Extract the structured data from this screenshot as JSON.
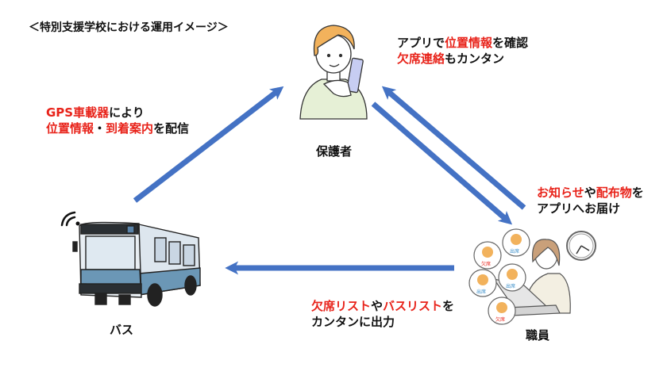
{
  "title": "＜特別支援学校における運用イメージ＞",
  "colors": {
    "arrow": "#4472c4",
    "highlight": "#e8231a",
    "text": "#111111"
  },
  "actors": {
    "guardian": {
      "label": "保護者",
      "icon": "parent-with-smartphone-illustration"
    },
    "bus": {
      "label": "バス",
      "icon": "bus-with-wifi-illustration"
    },
    "staff": {
      "label": "職員",
      "icon": "staff-at-laptop-illustration"
    }
  },
  "messages": {
    "bus_to_guardian": {
      "line1": [
        {
          "text": "GPS車載器",
          "highlight": true
        },
        {
          "text": "により",
          "highlight": false
        }
      ],
      "line2": [
        {
          "text": "位置情報",
          "highlight": true
        },
        {
          "text": "・",
          "highlight": false
        },
        {
          "text": "到着案内",
          "highlight": true
        },
        {
          "text": "を配信",
          "highlight": false
        }
      ]
    },
    "guardian_app": {
      "line1": [
        {
          "text": "アプリで",
          "highlight": false
        },
        {
          "text": "位置情報",
          "highlight": true
        },
        {
          "text": "を確認",
          "highlight": false
        }
      ],
      "line2": [
        {
          "text": "欠席連絡",
          "highlight": true
        },
        {
          "text": "もカンタン",
          "highlight": false
        }
      ]
    },
    "staff_to_guardian": {
      "line1": [
        {
          "text": "お知らせ",
          "highlight": true
        },
        {
          "text": "や",
          "highlight": false
        },
        {
          "text": "配布物",
          "highlight": true
        },
        {
          "text": "を",
          "highlight": false
        }
      ],
      "line2": [
        {
          "text": "アプリへお届け",
          "highlight": false
        }
      ]
    },
    "staff_to_bus": {
      "line1": [
        {
          "text": "欠席リスト",
          "highlight": true
        },
        {
          "text": "や",
          "highlight": false
        },
        {
          "text": "バスリスト",
          "highlight": true
        },
        {
          "text": "を",
          "highlight": false
        }
      ],
      "line2": [
        {
          "text": "カンタンに出力",
          "highlight": false
        }
      ]
    }
  },
  "staff_bubbles": [
    "欠席",
    "出席",
    "出席",
    "出席",
    "欠席"
  ]
}
